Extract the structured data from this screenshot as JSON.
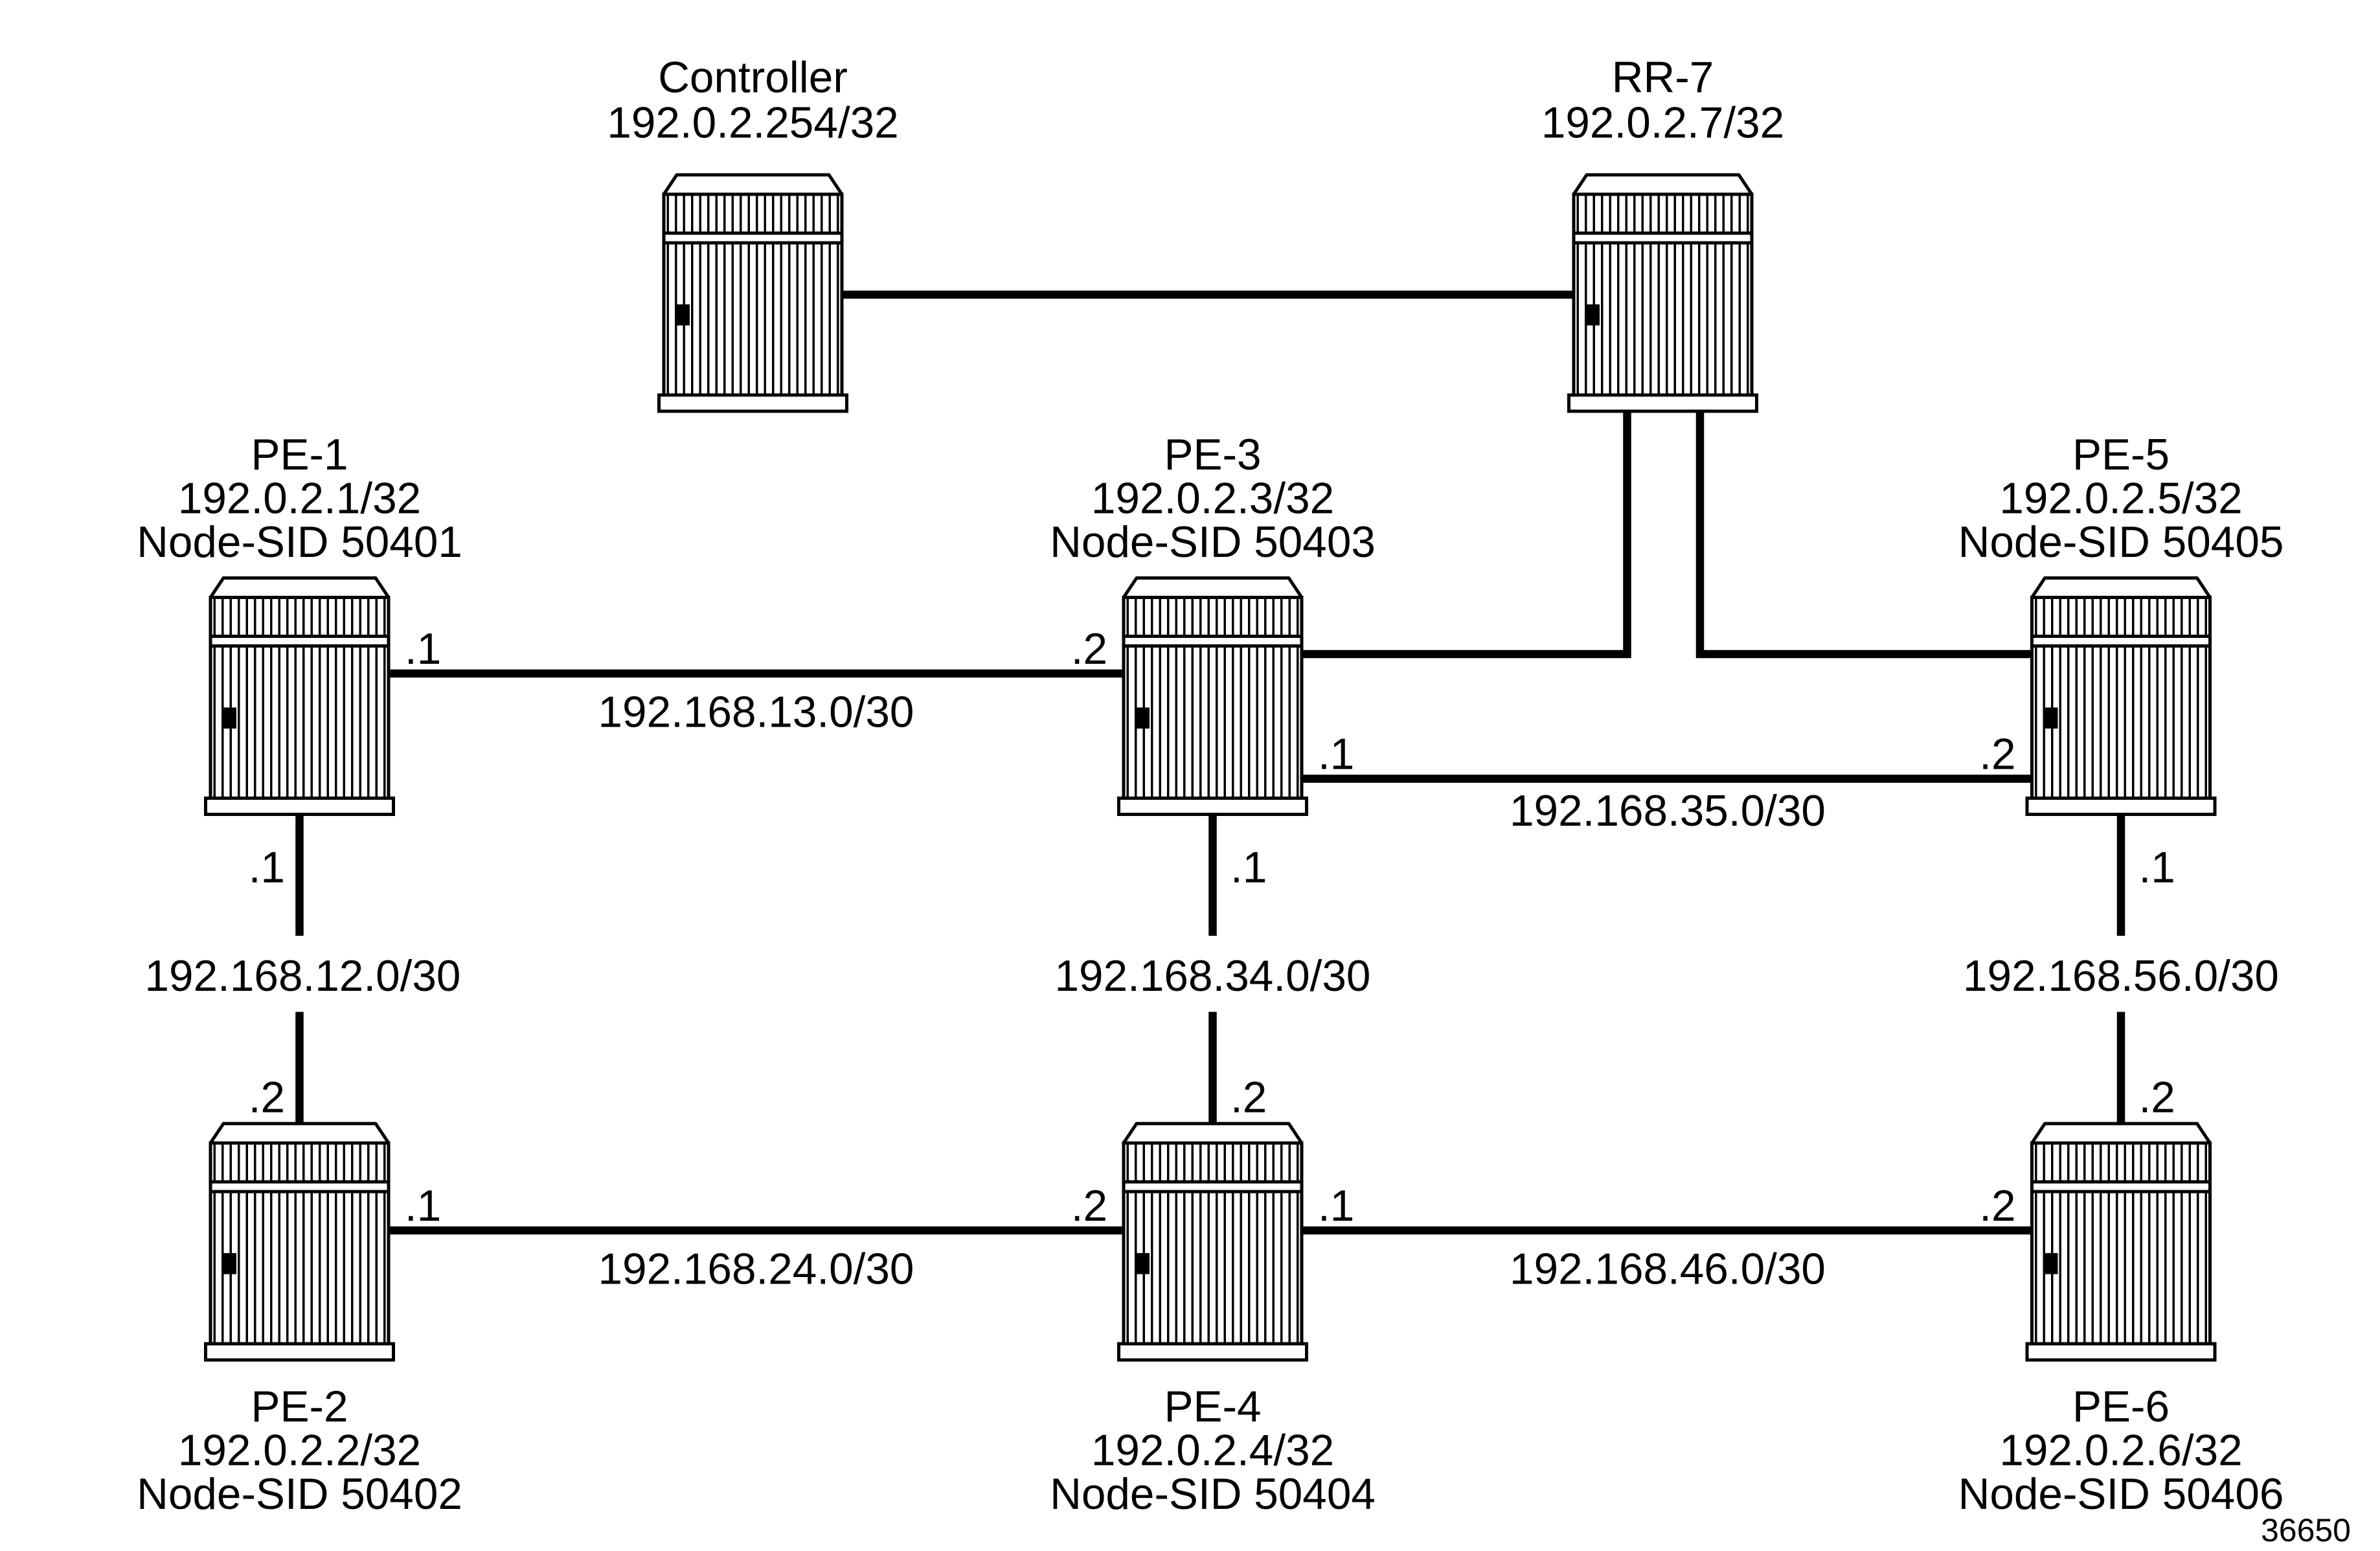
{
  "diagram": {
    "figure_number": "36650",
    "background_color": "#ffffff",
    "line_color": "#000000",
    "text_color": "#000000"
  },
  "nodes": {
    "controller": {
      "name": "Controller",
      "ip": "192.0.2.254/32"
    },
    "rr7": {
      "name": "RR-7",
      "ip": "192.0.2.7/32"
    },
    "pe1": {
      "name": "PE-1",
      "ip": "192.0.2.1/32",
      "sid": "Node-SID 50401"
    },
    "pe2": {
      "name": "PE-2",
      "ip": "192.0.2.2/32",
      "sid": "Node-SID 50402"
    },
    "pe3": {
      "name": "PE-3",
      "ip": "192.0.2.3/32",
      "sid": "Node-SID 50403"
    },
    "pe4": {
      "name": "PE-4",
      "ip": "192.0.2.4/32",
      "sid": "Node-SID 50404"
    },
    "pe5": {
      "name": "PE-5",
      "ip": "192.0.2.5/32",
      "sid": "Node-SID 50405"
    },
    "pe6": {
      "name": "PE-6",
      "ip": "192.0.2.6/32",
      "sid": "Node-SID 50406"
    }
  },
  "links": {
    "pe1_pe3": {
      "subnet": "192.168.13.0/30",
      "if_a": ".1",
      "if_b": ".2"
    },
    "pe3_pe5": {
      "subnet": "192.168.35.0/30",
      "if_a": ".1",
      "if_b": ".2"
    },
    "pe1_pe2": {
      "subnet": "192.168.12.0/30",
      "if_a": ".1",
      "if_b": ".2"
    },
    "pe3_pe4": {
      "subnet": "192.168.34.0/30",
      "if_a": ".1",
      "if_b": ".2"
    },
    "pe5_pe6": {
      "subnet": "192.168.56.0/30",
      "if_a": ".1",
      "if_b": ".2"
    },
    "pe2_pe4": {
      "subnet": "192.168.24.0/30",
      "if_a": ".1",
      "if_b": ".2"
    },
    "pe4_pe6": {
      "subnet": "192.168.46.0/30",
      "if_a": ".1",
      "if_b": ".2"
    }
  }
}
